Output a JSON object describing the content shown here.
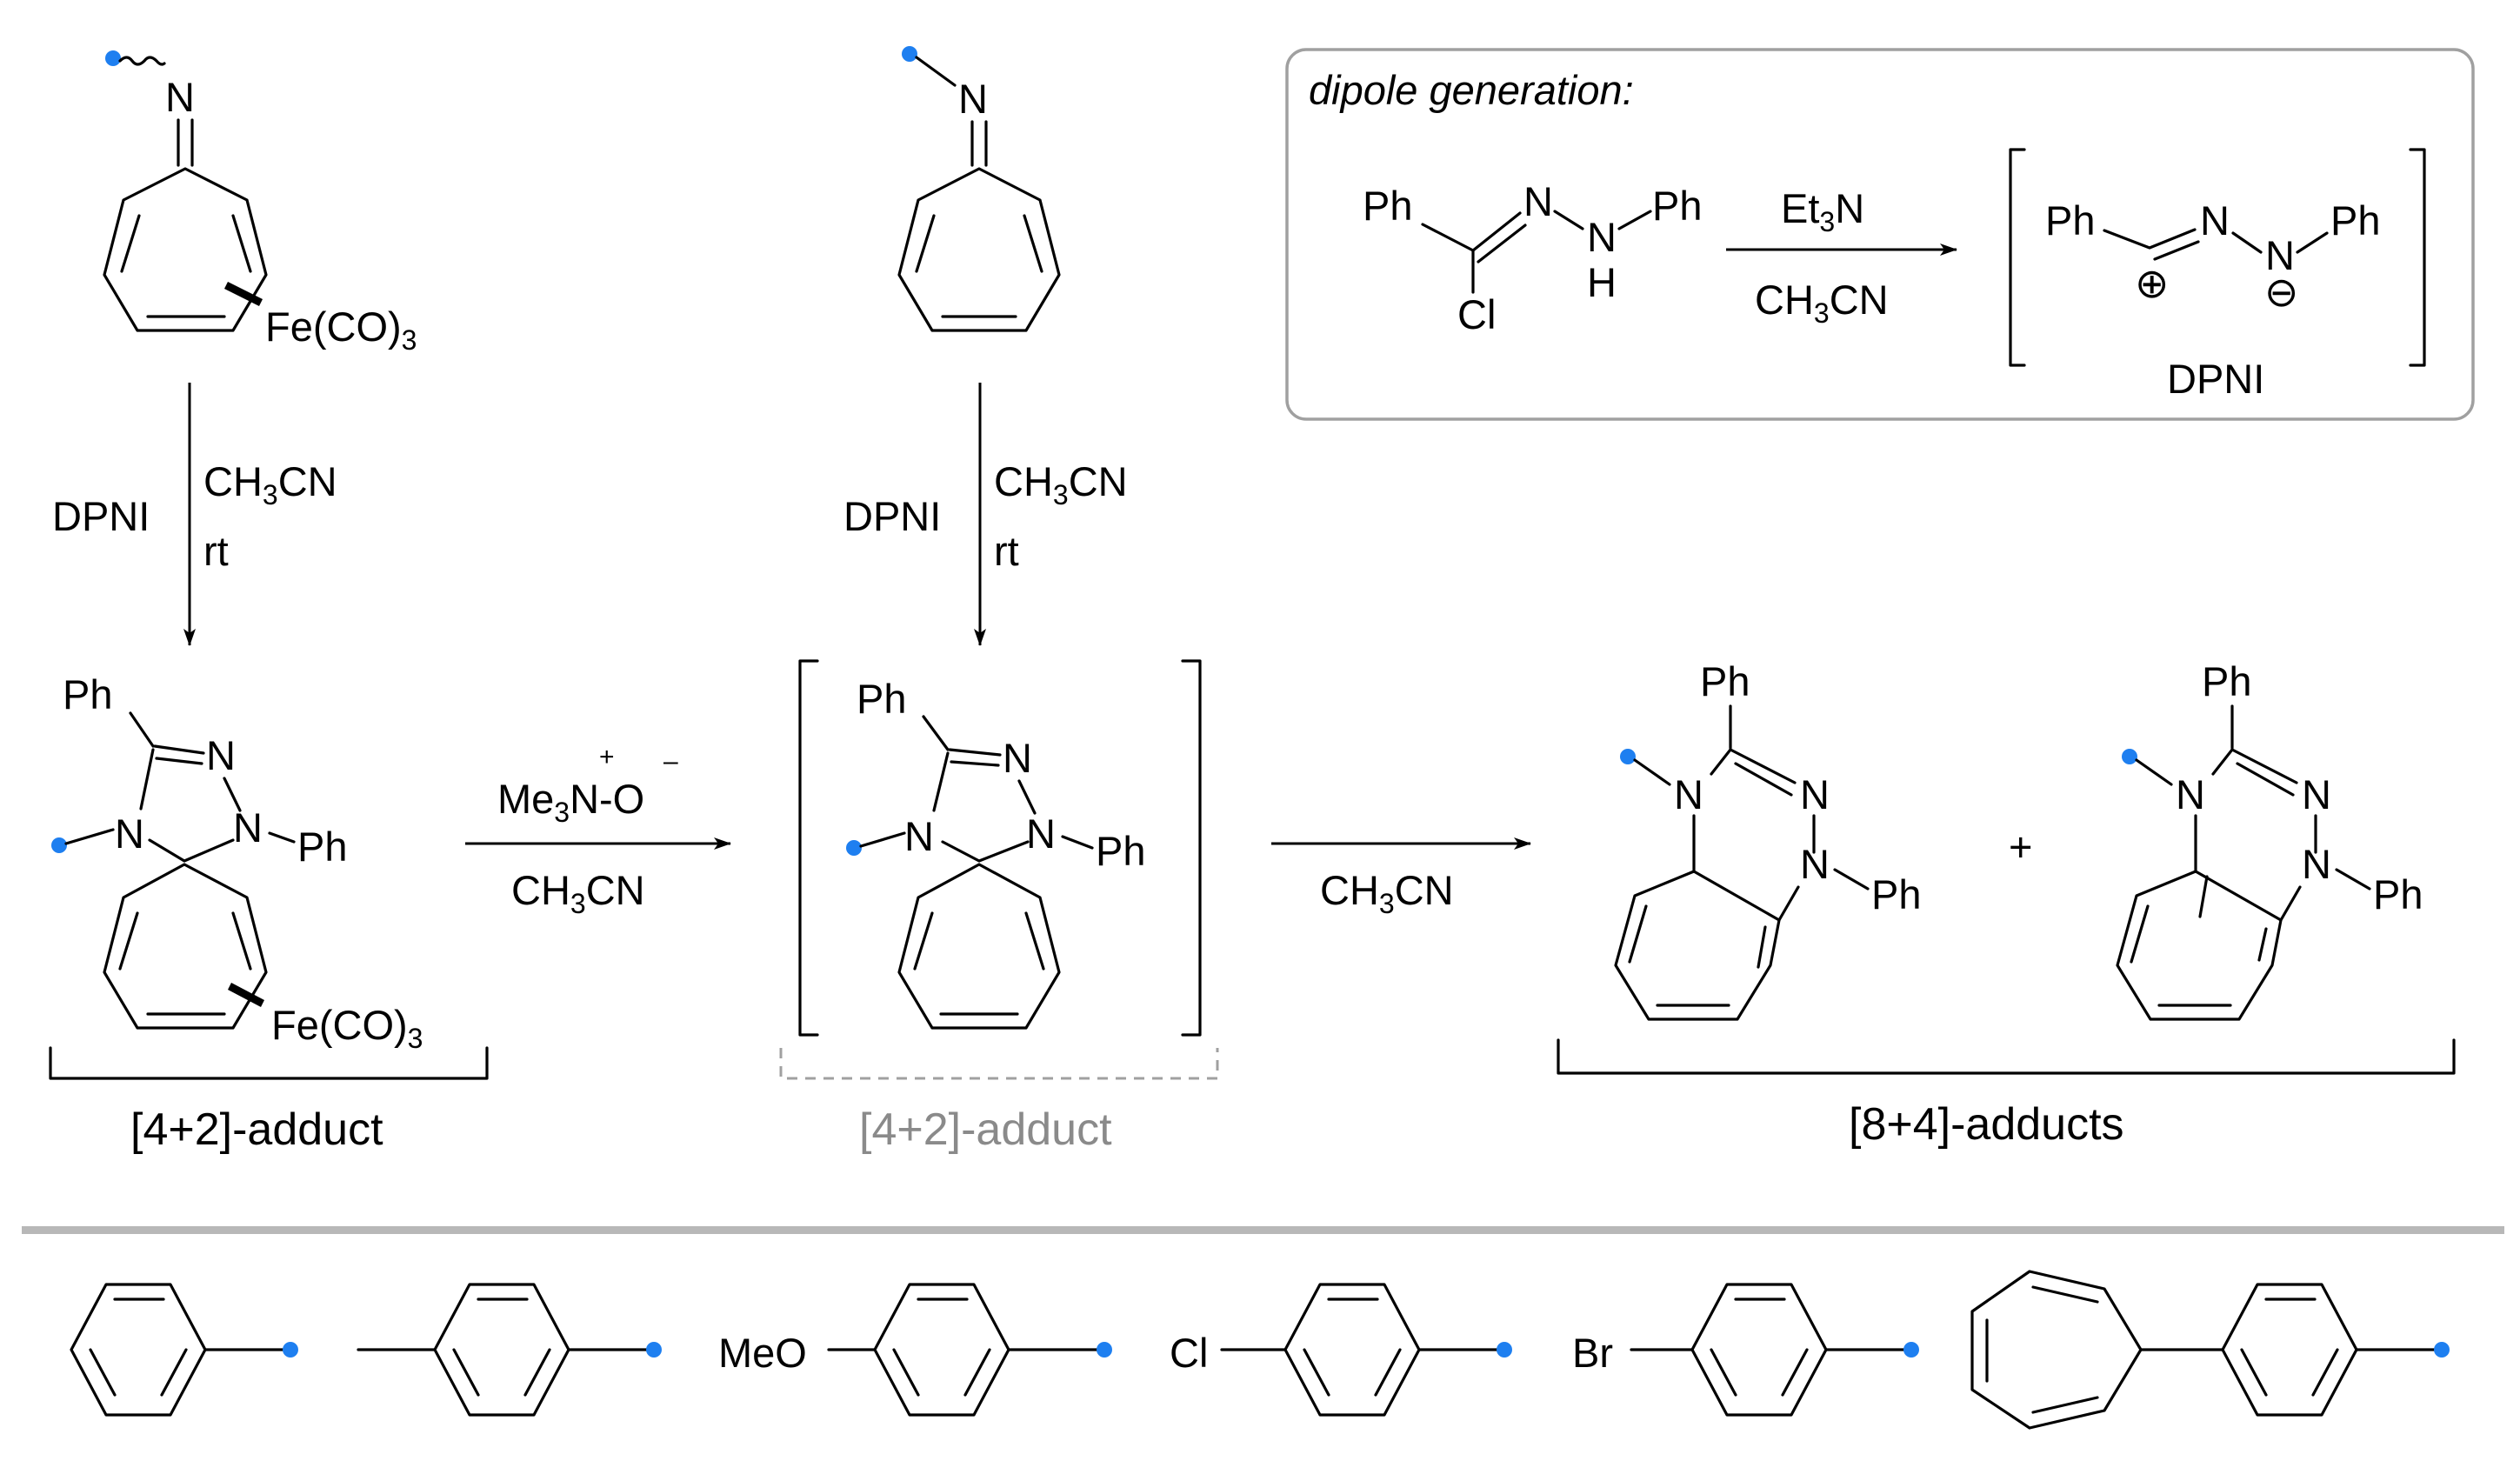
{
  "dipole_box": {
    "title": "dipole generation:",
    "reagent_top": "Et3N",
    "solvent": "CH3CN",
    "product_name": "DPNI",
    "substrate_labels": {
      "ph_left": "Ph",
      "n1": "N",
      "n2": "N",
      "h": "H",
      "ph_right": "Ph",
      "cl": "Cl"
    },
    "dipole_labels": {
      "ph_left": "Ph",
      "n1": "N",
      "n2": "N",
      "ph_right": "Ph",
      "plus": "⊕",
      "minus": "⊖"
    }
  },
  "step_left": {
    "reagent": "DPNI",
    "solvent": "CH3CN",
    "temperature": "rt"
  },
  "step_mid": {
    "reagent": "DPNI",
    "solvent": "CH3CN",
    "temperature": "rt"
  },
  "oxidation_step": {
    "reagent": "Me3N-O",
    "plus": "+",
    "minus": "–",
    "solvent": "CH3CN"
  },
  "rearrangement_step": {
    "solvent": "CH3CN"
  },
  "labels": {
    "iron_complex": "Fe(CO)3",
    "imine_n": "N",
    "ph": "Ph",
    "n": "N",
    "plus_sign": "+"
  },
  "captions": {
    "adduct_fe": "[4+2]-adduct",
    "adduct_free": "[4+2]-adduct",
    "adducts_84": "[8+4]-adducts"
  },
  "substituents": {
    "items": [
      {
        "prefix": "",
        "name": "phenyl"
      },
      {
        "prefix": "",
        "name": "4-methylphenyl"
      },
      {
        "prefix": "MeO",
        "name": "4-methoxyphenyl"
      },
      {
        "prefix": "Cl",
        "name": "4-chlorophenyl"
      },
      {
        "prefix": "Br",
        "name": "4-bromophenyl"
      },
      {
        "prefix": "",
        "name": "4-(cycloheptatrienyl)phenyl"
      }
    ]
  },
  "colors": {
    "attachment_dot": "#1e7ff0",
    "faded_text": "#8a8a8a",
    "box_border": "#a0a0a0",
    "divider": "#b8b8b8"
  }
}
